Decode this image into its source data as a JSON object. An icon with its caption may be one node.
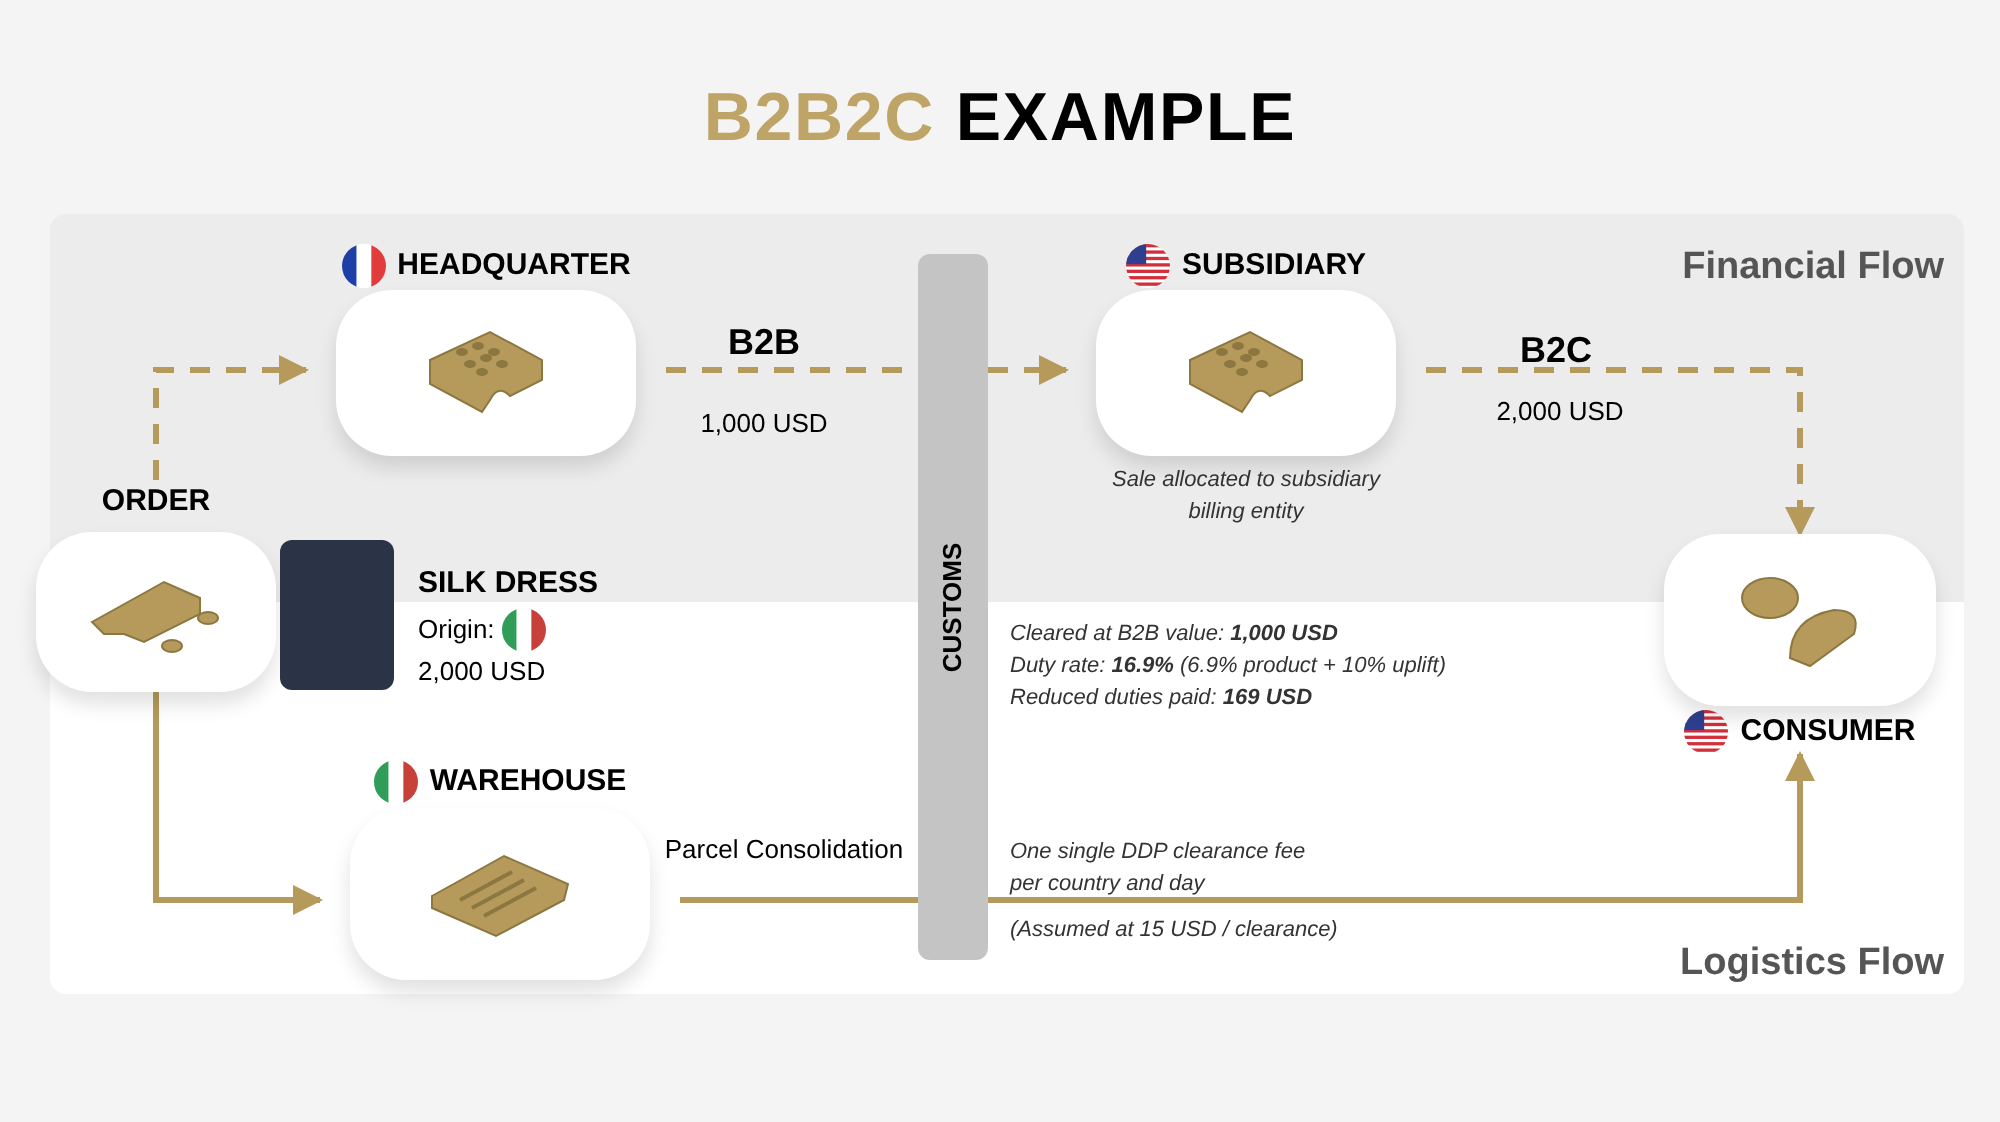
{
  "diagram": {
    "title": "B2B2C EXAMPLE",
    "nodes": [
      {
        "text": [
          "ORDER"
        ]
      },
      {
        "text": [
          "HEADQUARTER"
        ]
      },
      {
        "text": [
          "SUBSIDIARY"
        ],
        "beside": [
          "Sale allocated to subsidiary billing entity"
        ]
      },
      {
        "text": [
          "CONSUMER"
        ]
      },
      {
        "text": [
          "WAREHOUSE"
        ]
      },
      {
        "text": [
          "CUSTOMS"
        ]
      }
    ],
    "edges": [
      {
        "from": 0,
        "to": 1,
        "arrow": "to",
        "style": "dashed"
      },
      {
        "from": 1,
        "to": 5,
        "arrow": "none",
        "style": "dashed",
        "label": "B2B"
      },
      {
        "from": 5,
        "to": 2,
        "arrow": "to",
        "style": "dashed"
      },
      {
        "from": 2,
        "to": 3,
        "arrow": "to",
        "style": "dashed",
        "label": "B2C"
      },
      {
        "from": 0,
        "to": 4,
        "arrow": "to"
      },
      {
        "from": 4,
        "to": 5,
        "arrow": "none",
        "label": "Parcel Consolidation"
      },
      {
        "from": 5,
        "to": 3,
        "arrow": "to"
      }
    ],
    "labels": [
      "Financial Flow",
      "1,000 USD",
      "2,000 USD",
      "SILK DRESS",
      "Origin:",
      "2,000 USD",
      "Cleared at B2B value: **1,000 USD**",
      "Duty rate: **16.9%** (6.9% product + 10% uplift)",
      "Reduced duties paid: **169 USD**",
      "One single DDP clearance fee per country and day",
      "(Assumed at 15 USD / clearance)",
      "Logistics Flow"
    ]
  }
}
